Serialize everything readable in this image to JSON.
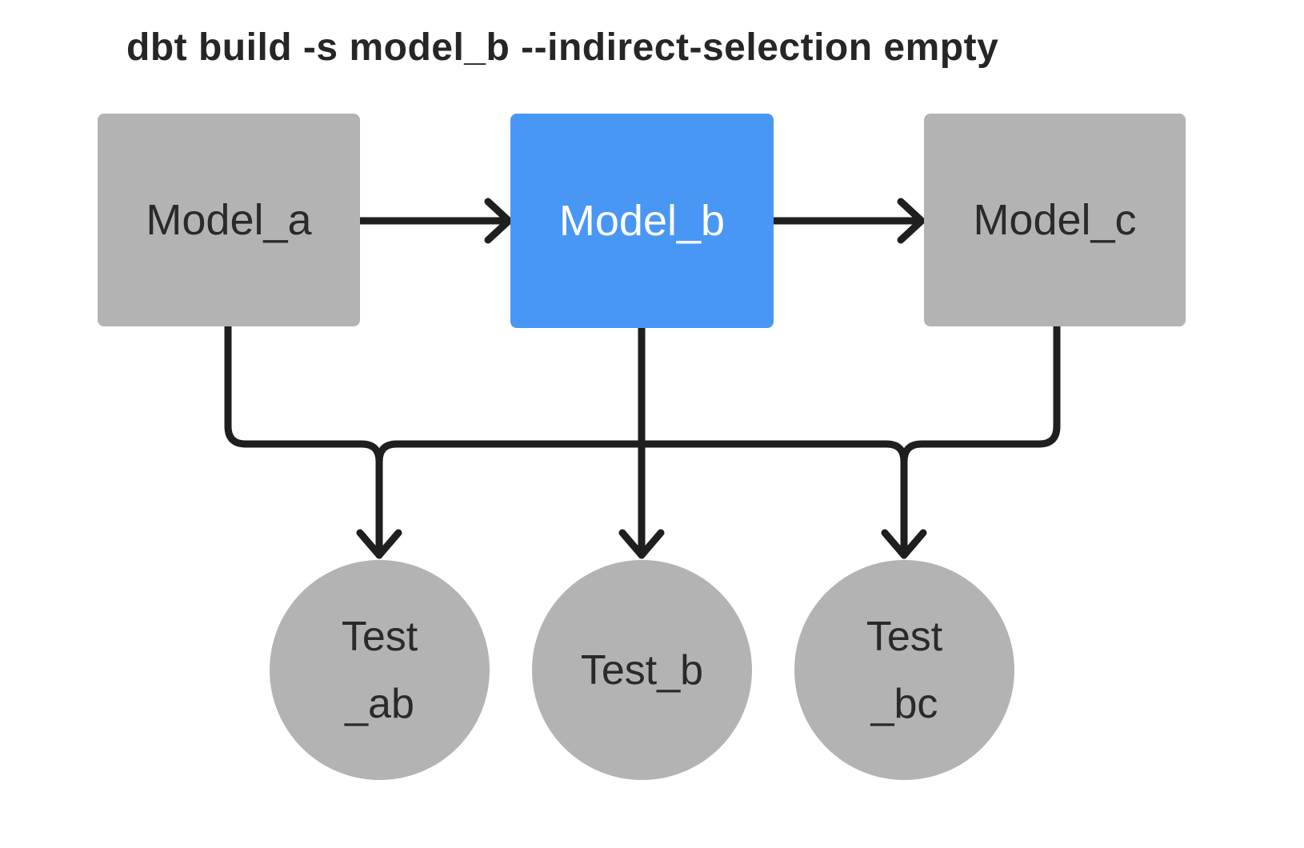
{
  "title": "dbt build -s model_b --indirect-selection empty",
  "colors": {
    "background": "#ffffff",
    "node_gray": "#b3b3b3",
    "node_selected_blue": "#4897f4",
    "edge_stroke": "#1f1f1f",
    "text_dark": "#2a2a2a",
    "text_light": "#ffffff",
    "title_text": "#262626"
  },
  "nodes": {
    "models": [
      {
        "id": "model_a",
        "label": "Model_a",
        "selected": false
      },
      {
        "id": "model_b",
        "label": "Model_b",
        "selected": true
      },
      {
        "id": "model_c",
        "label": "Model_c",
        "selected": false
      }
    ],
    "tests": [
      {
        "id": "test_ab",
        "lines": [
          "Test",
          "_ab"
        ]
      },
      {
        "id": "test_b",
        "lines": [
          "Test_b"
        ]
      },
      {
        "id": "test_bc",
        "lines": [
          "Test",
          "_bc"
        ]
      }
    ]
  },
  "edges": [
    {
      "from": "model_a",
      "to": "model_b"
    },
    {
      "from": "model_b",
      "to": "model_c"
    },
    {
      "from": "model_a",
      "to": "test_ab"
    },
    {
      "from": "model_b",
      "to": "test_ab"
    },
    {
      "from": "model_b",
      "to": "test_b"
    },
    {
      "from": "model_b",
      "to": "test_bc"
    },
    {
      "from": "model_c",
      "to": "test_bc"
    }
  ]
}
